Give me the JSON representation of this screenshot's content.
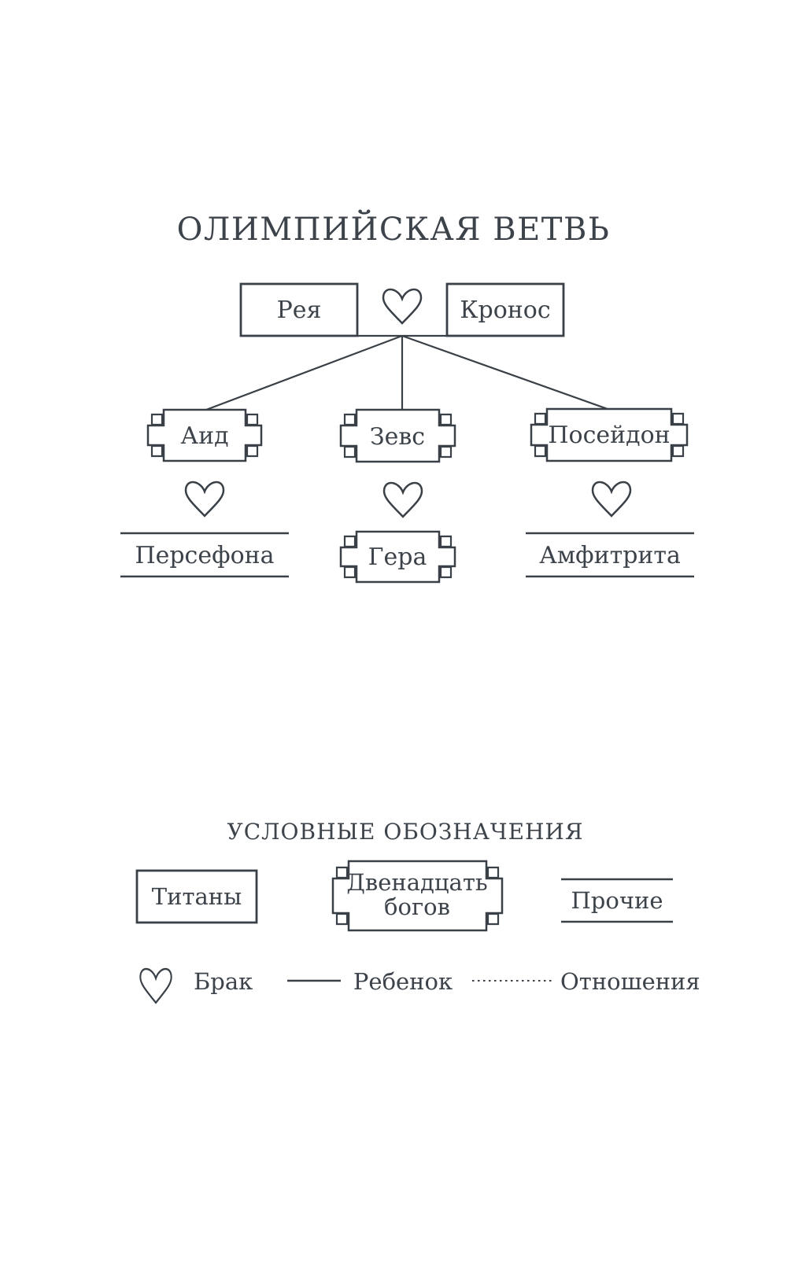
{
  "title": "ОЛИМПИЙСКАЯ ВЕТВЬ",
  "colors": {
    "ink": "#3a4047",
    "text": "#3d434a",
    "background": "#ffffff"
  },
  "tree": {
    "parents": [
      {
        "name": "Рея"
      },
      {
        "name": "Кронос"
      }
    ],
    "children": [
      {
        "name": "Аид",
        "spouse": "Персефона"
      },
      {
        "name": "Зевс",
        "spouse": "Гера"
      },
      {
        "name": "Посейдон",
        "spouse": "Амфитрита"
      }
    ]
  },
  "legend": {
    "title": "УСЛОВНЫЕ ОБОЗНАЧЕНИЯ",
    "titans_label": "Титаны",
    "twelve_gods_line1": "Двенадцать",
    "twelve_gods_line2": "богов",
    "others_label": "Прочие",
    "marriage_label": "Брак",
    "child_label": "Ребенок",
    "relations_label": "Отношения"
  }
}
